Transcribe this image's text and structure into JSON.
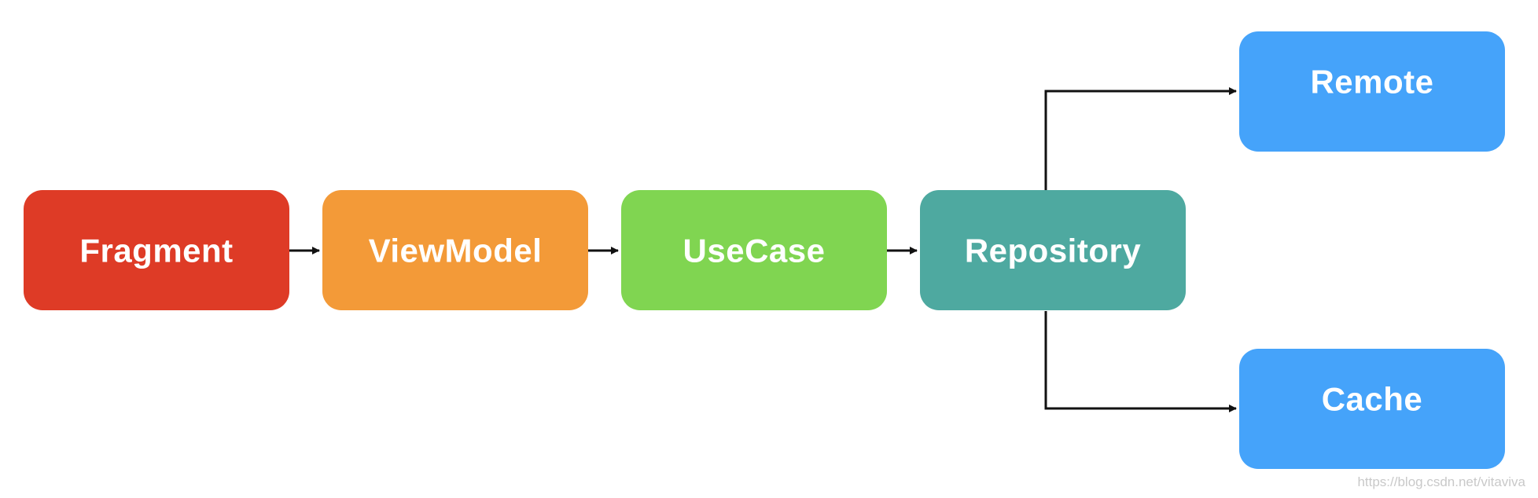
{
  "nodes": {
    "fragment": {
      "label": "Fragment",
      "color": "#de3b26"
    },
    "viewmodel": {
      "label": "ViewModel",
      "color": "#f39a38"
    },
    "usecase": {
      "label": "UseCase",
      "color": "#80d551"
    },
    "repository": {
      "label": "Repository",
      "color": "#4ea9a0"
    },
    "remote": {
      "label": "Remote",
      "color": "#45a3fa"
    },
    "cache": {
      "label": "Cache",
      "color": "#45a3fa"
    }
  },
  "edges": [
    {
      "from": "Fragment",
      "to": "ViewModel"
    },
    {
      "from": "ViewModel",
      "to": "UseCase"
    },
    {
      "from": "UseCase",
      "to": "Repository"
    },
    {
      "from": "Repository",
      "to": "Remote"
    },
    {
      "from": "Repository",
      "to": "Cache"
    }
  ],
  "arrow_color": "#111111",
  "watermark": "https://blog.csdn.net/vitaviva"
}
